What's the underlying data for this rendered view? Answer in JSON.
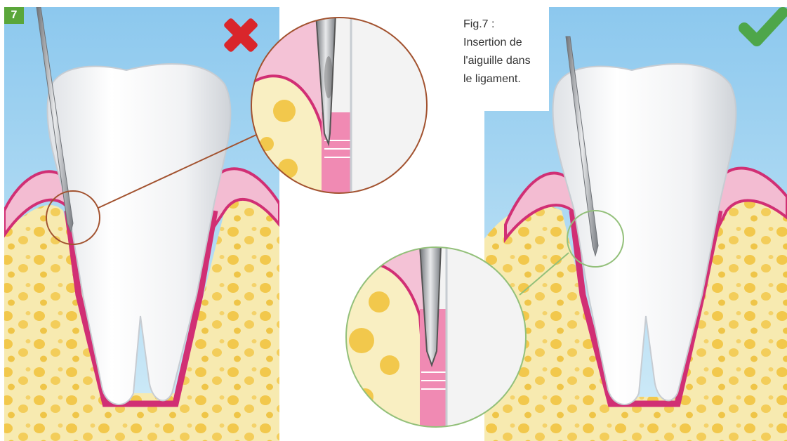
{
  "figure": {
    "number": "7",
    "caption_lines": [
      "Fig.7 :",
      "Insertion de",
      "l'aiguille dans",
      "le ligament."
    ]
  },
  "panels": {
    "left": {
      "verdict": "incorrect",
      "verdict_icon": "red-cross-icon"
    },
    "right": {
      "verdict": "correct",
      "verdict_icon": "green-check-icon"
    }
  },
  "colors": {
    "badge": "#5aa63a",
    "sky": "#a6d3ef",
    "bone": "#f5e6a3",
    "bone_pore": "#f2c74a",
    "gum": "#f3bcd2",
    "gum_outline": "#d12f74",
    "tooth": "#f4f5f6",
    "needle": "#9b9ea3",
    "cross": "#d9262b",
    "check": "#4ea64a",
    "zoom_ring_left": "#a2522f",
    "zoom_ring_right": "#93c07a"
  }
}
